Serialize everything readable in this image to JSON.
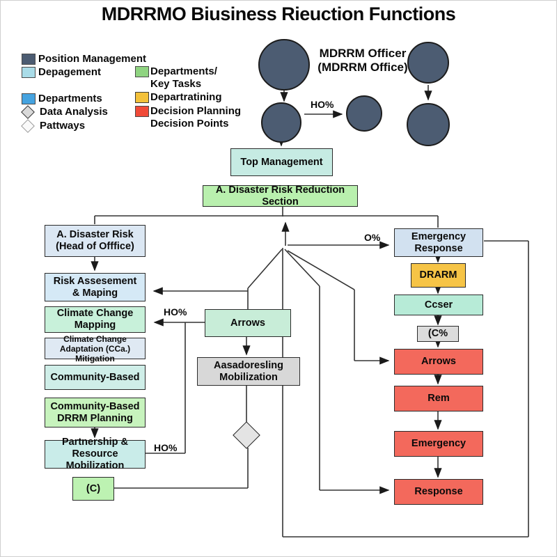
{
  "title": "MDRRMO Biusiness Rieuction Functions",
  "legend": {
    "left": [
      {
        "label": "Position Management"
      },
      {
        "label": "Depagement"
      },
      {
        "label": "Departments"
      },
      {
        "label": "Data Analysis"
      },
      {
        "label": "Pattways"
      }
    ],
    "right": [
      {
        "line1": "Departments/",
        "line2": "Key Tasks"
      },
      {
        "line1": "Departratining"
      },
      {
        "line1": "Decision Planning",
        "line2": "Decision Points"
      }
    ]
  },
  "org_chart": {
    "officer_line1": "MDRRM Officer",
    "officer_line2": "(MDRRM Office)"
  },
  "nodes": {
    "top_management": {
      "label": "Top Management"
    },
    "section": {
      "label": "A. Disaster Risk Reduction Section"
    },
    "disaster_risk": {
      "line1": "A. Disaster Risk",
      "line2": "(Head of Offfice)"
    },
    "risk_assessment": {
      "line1": "Risk Assesement",
      "line2": "& Maping"
    },
    "climate_mapping": {
      "line1": "Climate Change",
      "line2": "Mapping"
    },
    "climate_adaptation": {
      "line1": "Climate Change",
      "line2": "Adaptation (CCa.) Mitigation"
    },
    "community_based": {
      "label": "Community-Based"
    },
    "drrm_planning": {
      "line1": "Community-Based",
      "line2": "DRRM Planning"
    },
    "partnership": {
      "line1": "Partnership &",
      "line2": "Resource Mobilization"
    },
    "c_note": {
      "label": "(C)"
    },
    "arrows_mid": {
      "label": "Arrows"
    },
    "mobilization": {
      "line1": "Aasadoresling",
      "line2": "Mobilization"
    },
    "emergency_response": {
      "line1": "Emergency",
      "line2": "Response"
    },
    "drarm": {
      "label": "DRARM"
    },
    "ccser": {
      "label": "Ccser"
    },
    "c_pct": {
      "label": "(C%"
    },
    "arrows_red": {
      "label": "Arrows"
    },
    "rem": {
      "label": "Rem"
    },
    "emergency_red": {
      "label": "Emergency"
    },
    "response_red": {
      "label": "Response"
    }
  },
  "edge_labels": {
    "circle_ho": "HO%",
    "o_pct": "O%",
    "mapping_ho": "HO%",
    "partnership_ho": "HO%"
  },
  "colors": {
    "dark_circle": "#4c5c72",
    "legend_cyan": "#a9dce8",
    "legend_blue": "#45a3e0",
    "legend_green": "#8fd481",
    "legend_yellow": "#f3c13a",
    "legend_red": "#f04a38",
    "teal_box": "#c6ebe3",
    "green_box": "#b9f0ae",
    "blue_box": "#dbe7f3",
    "gray_box": "#d8d8d8",
    "yellow_box": "#f6c446",
    "red_box": "#f3695c",
    "line": "#333333"
  }
}
